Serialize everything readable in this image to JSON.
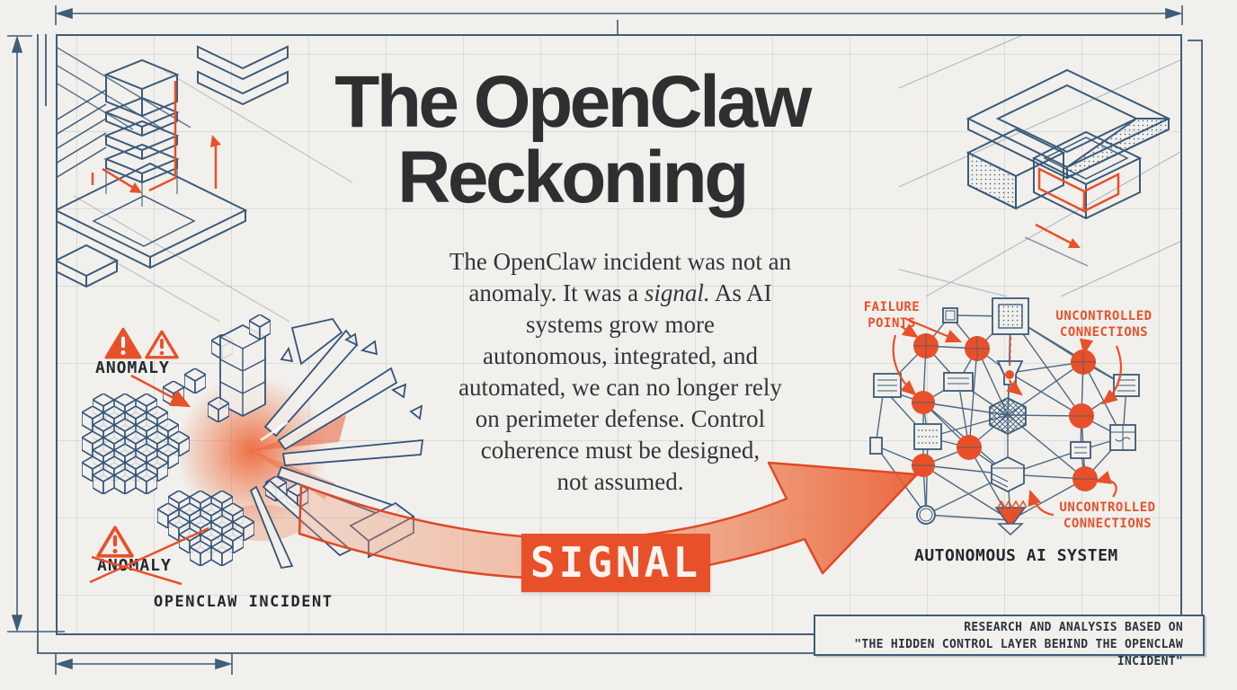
{
  "title": {
    "line1": "The OpenClaw",
    "line2": "Reckoning"
  },
  "body": {
    "line1": "The OpenClaw incident was not an",
    "line2a": "anomaly. It was a ",
    "line2b": "signal.",
    "line2c": " As AI",
    "line3": "systems grow more",
    "line4": "autonomous, integrated, and",
    "line5": "automated, we can no longer rely",
    "line6": "on perimeter defense. Control",
    "line7": "coherence must be designed,",
    "line8": "not assumed."
  },
  "incident": {
    "anomaly_top": "ANOMALY",
    "anomaly_bottom": "ANOMALY",
    "caption": "OPENCLAW INCIDENT"
  },
  "signal": {
    "label": "SIGNAL"
  },
  "network": {
    "failure_points": "FAILURE POINTS",
    "uncontrolled_top": "UNCONTROLLED CONNECTIONS",
    "uncontrolled_bottom": "UNCONTROLLED CONNECTIONS",
    "caption": "AUTONOMOUS AI SYSTEM"
  },
  "footer": {
    "line1": "RESEARCH AND ANALYSIS BASED ON",
    "line2": "\"THE HIDDEN CONTROL LAYER BEHIND THE OPENCLAW INCIDENT\""
  },
  "colors": {
    "background": "#f1f0ec",
    "blueprint": "#3c5a78",
    "accent": "#e8502a",
    "ink": "#2e2f31"
  }
}
